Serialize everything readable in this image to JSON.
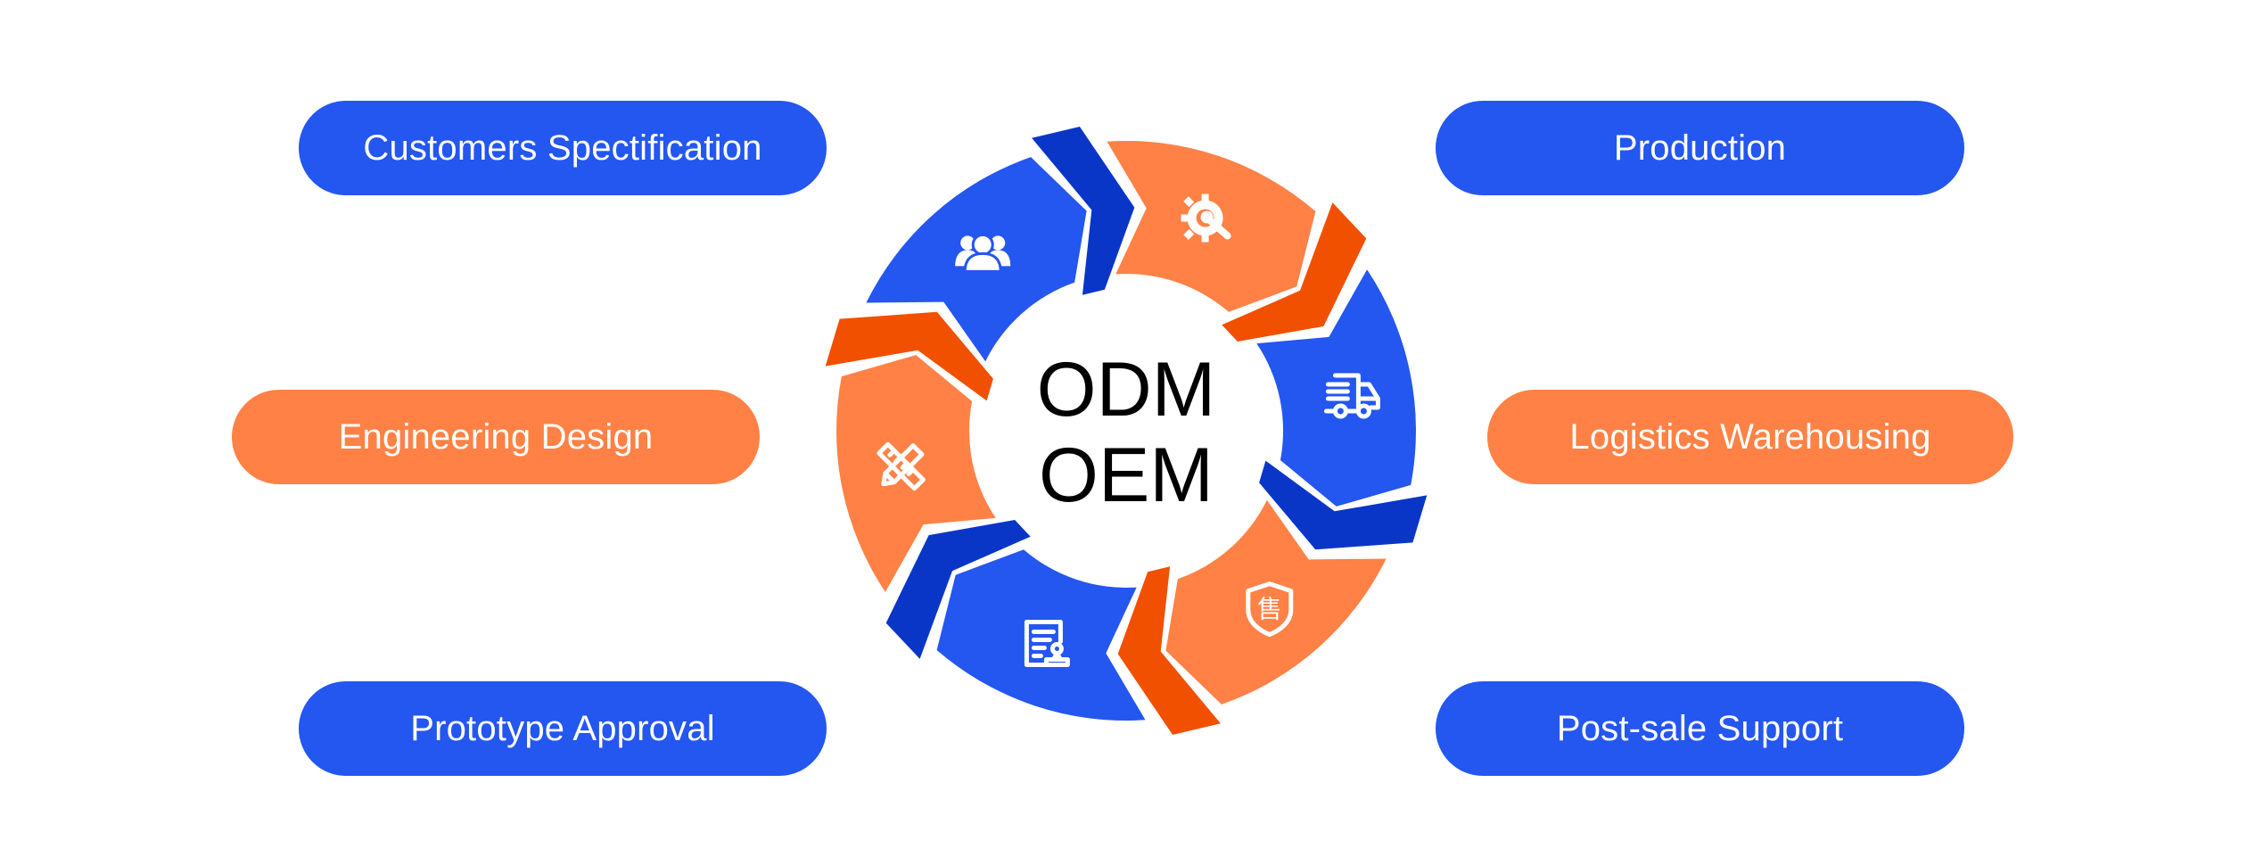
{
  "title": "ODM / OEM Process Cycle",
  "center": {
    "line1": "ODM",
    "line2": "OEM"
  },
  "colors": {
    "blue": "#2456F0",
    "blue_dark": "#0A36C8",
    "orange": "#FF8145",
    "orange_dark": "#F05000",
    "text_on_pill": "#FFFFFF",
    "center_text": "#000000"
  },
  "steps": [
    {
      "label": "Customers Spectification",
      "color": "blue",
      "icon": "users-icon"
    },
    {
      "label": "Production",
      "color": "orange",
      "icon": "gear-wrench-icon"
    },
    {
      "label": "Logistics Warehousing",
      "color": "blue",
      "icon": "delivery-truck-icon"
    },
    {
      "label": "Post-sale Support",
      "color": "orange",
      "icon": "after-sale-shield-icon"
    },
    {
      "label": "Prototype Approval",
      "color": "blue",
      "icon": "document-stamp-icon"
    },
    {
      "label": "Engineering Design",
      "color": "orange",
      "icon": "ruler-pencil-icon"
    }
  ],
  "pills": [
    {
      "label": "Customers Spectification",
      "style": "blue"
    },
    {
      "label": "Engineering Design",
      "style": "orange"
    },
    {
      "label": "Prototype Approval",
      "style": "blue"
    },
    {
      "label": "Production",
      "style": "blue"
    },
    {
      "label": "Logistics Warehousing",
      "style": "orange"
    },
    {
      "label": "Post-sale Support",
      "style": "blue"
    }
  ]
}
